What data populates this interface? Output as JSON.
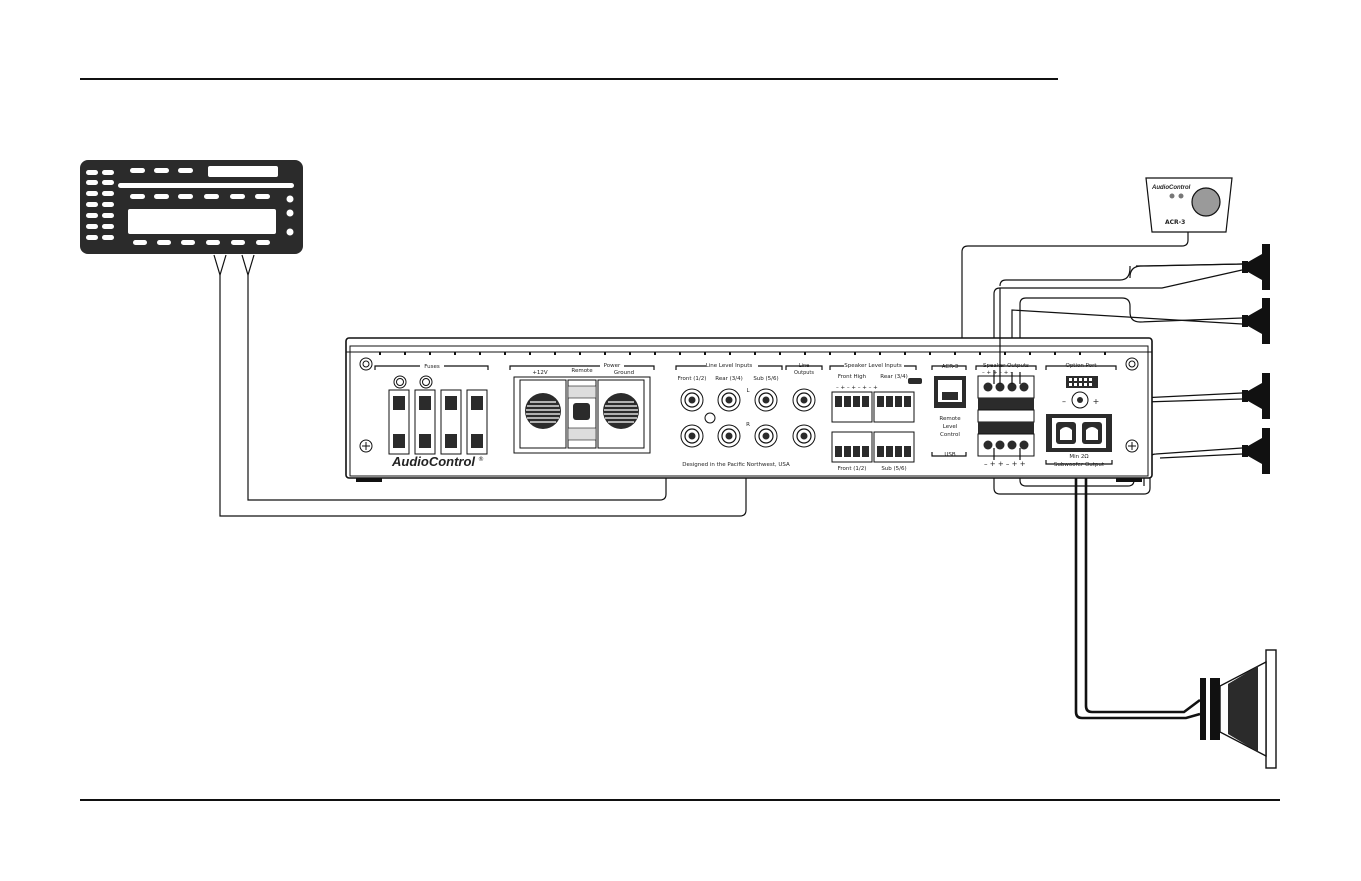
{
  "amplifier": {
    "brand": "AudioControl",
    "registered": "®",
    "fuses_label": "Fuses",
    "power_label": "Power",
    "power_plus12v": "+12V",
    "power_remote": "Remote",
    "power_ground": "Ground",
    "line_inputs_label": "Line Level Inputs",
    "line_front": "Front (1/2)",
    "line_rear": "Rear (3/4)",
    "line_sub": "Sub (5/6)",
    "line_L": "L",
    "line_R": "R",
    "line_outputs_label": "Line Outputs",
    "designed_text": "Designed in the Pacific Northwest, USA",
    "speaker_inputs_label": "Speaker Level Inputs",
    "front_high": "Front High",
    "rear_34": "Rear (3/4)",
    "front_12": "Front (1/2)",
    "sub_56": "Sub (5/6)",
    "acr_label": "ACR-3",
    "remote_level_control": "Remote Level Control",
    "usb_label": "USB",
    "speaker_outputs_label": "Speaker Outputs",
    "option_port_label": "Option Port",
    "option_minus": "–",
    "option_plus": "+",
    "min_ohm": "Min 2Ω",
    "subwoofer_output": "Subwoofer Output"
  },
  "remote": {
    "brand": "AudioControl",
    "model": "ACR-3"
  },
  "colors": {
    "line": "#111111",
    "panel_fill": "#ffffff",
    "component_fill": "#2b2b2b",
    "radio_fill": "#2b2b2b",
    "remote_knob": "#9a9a9a"
  }
}
